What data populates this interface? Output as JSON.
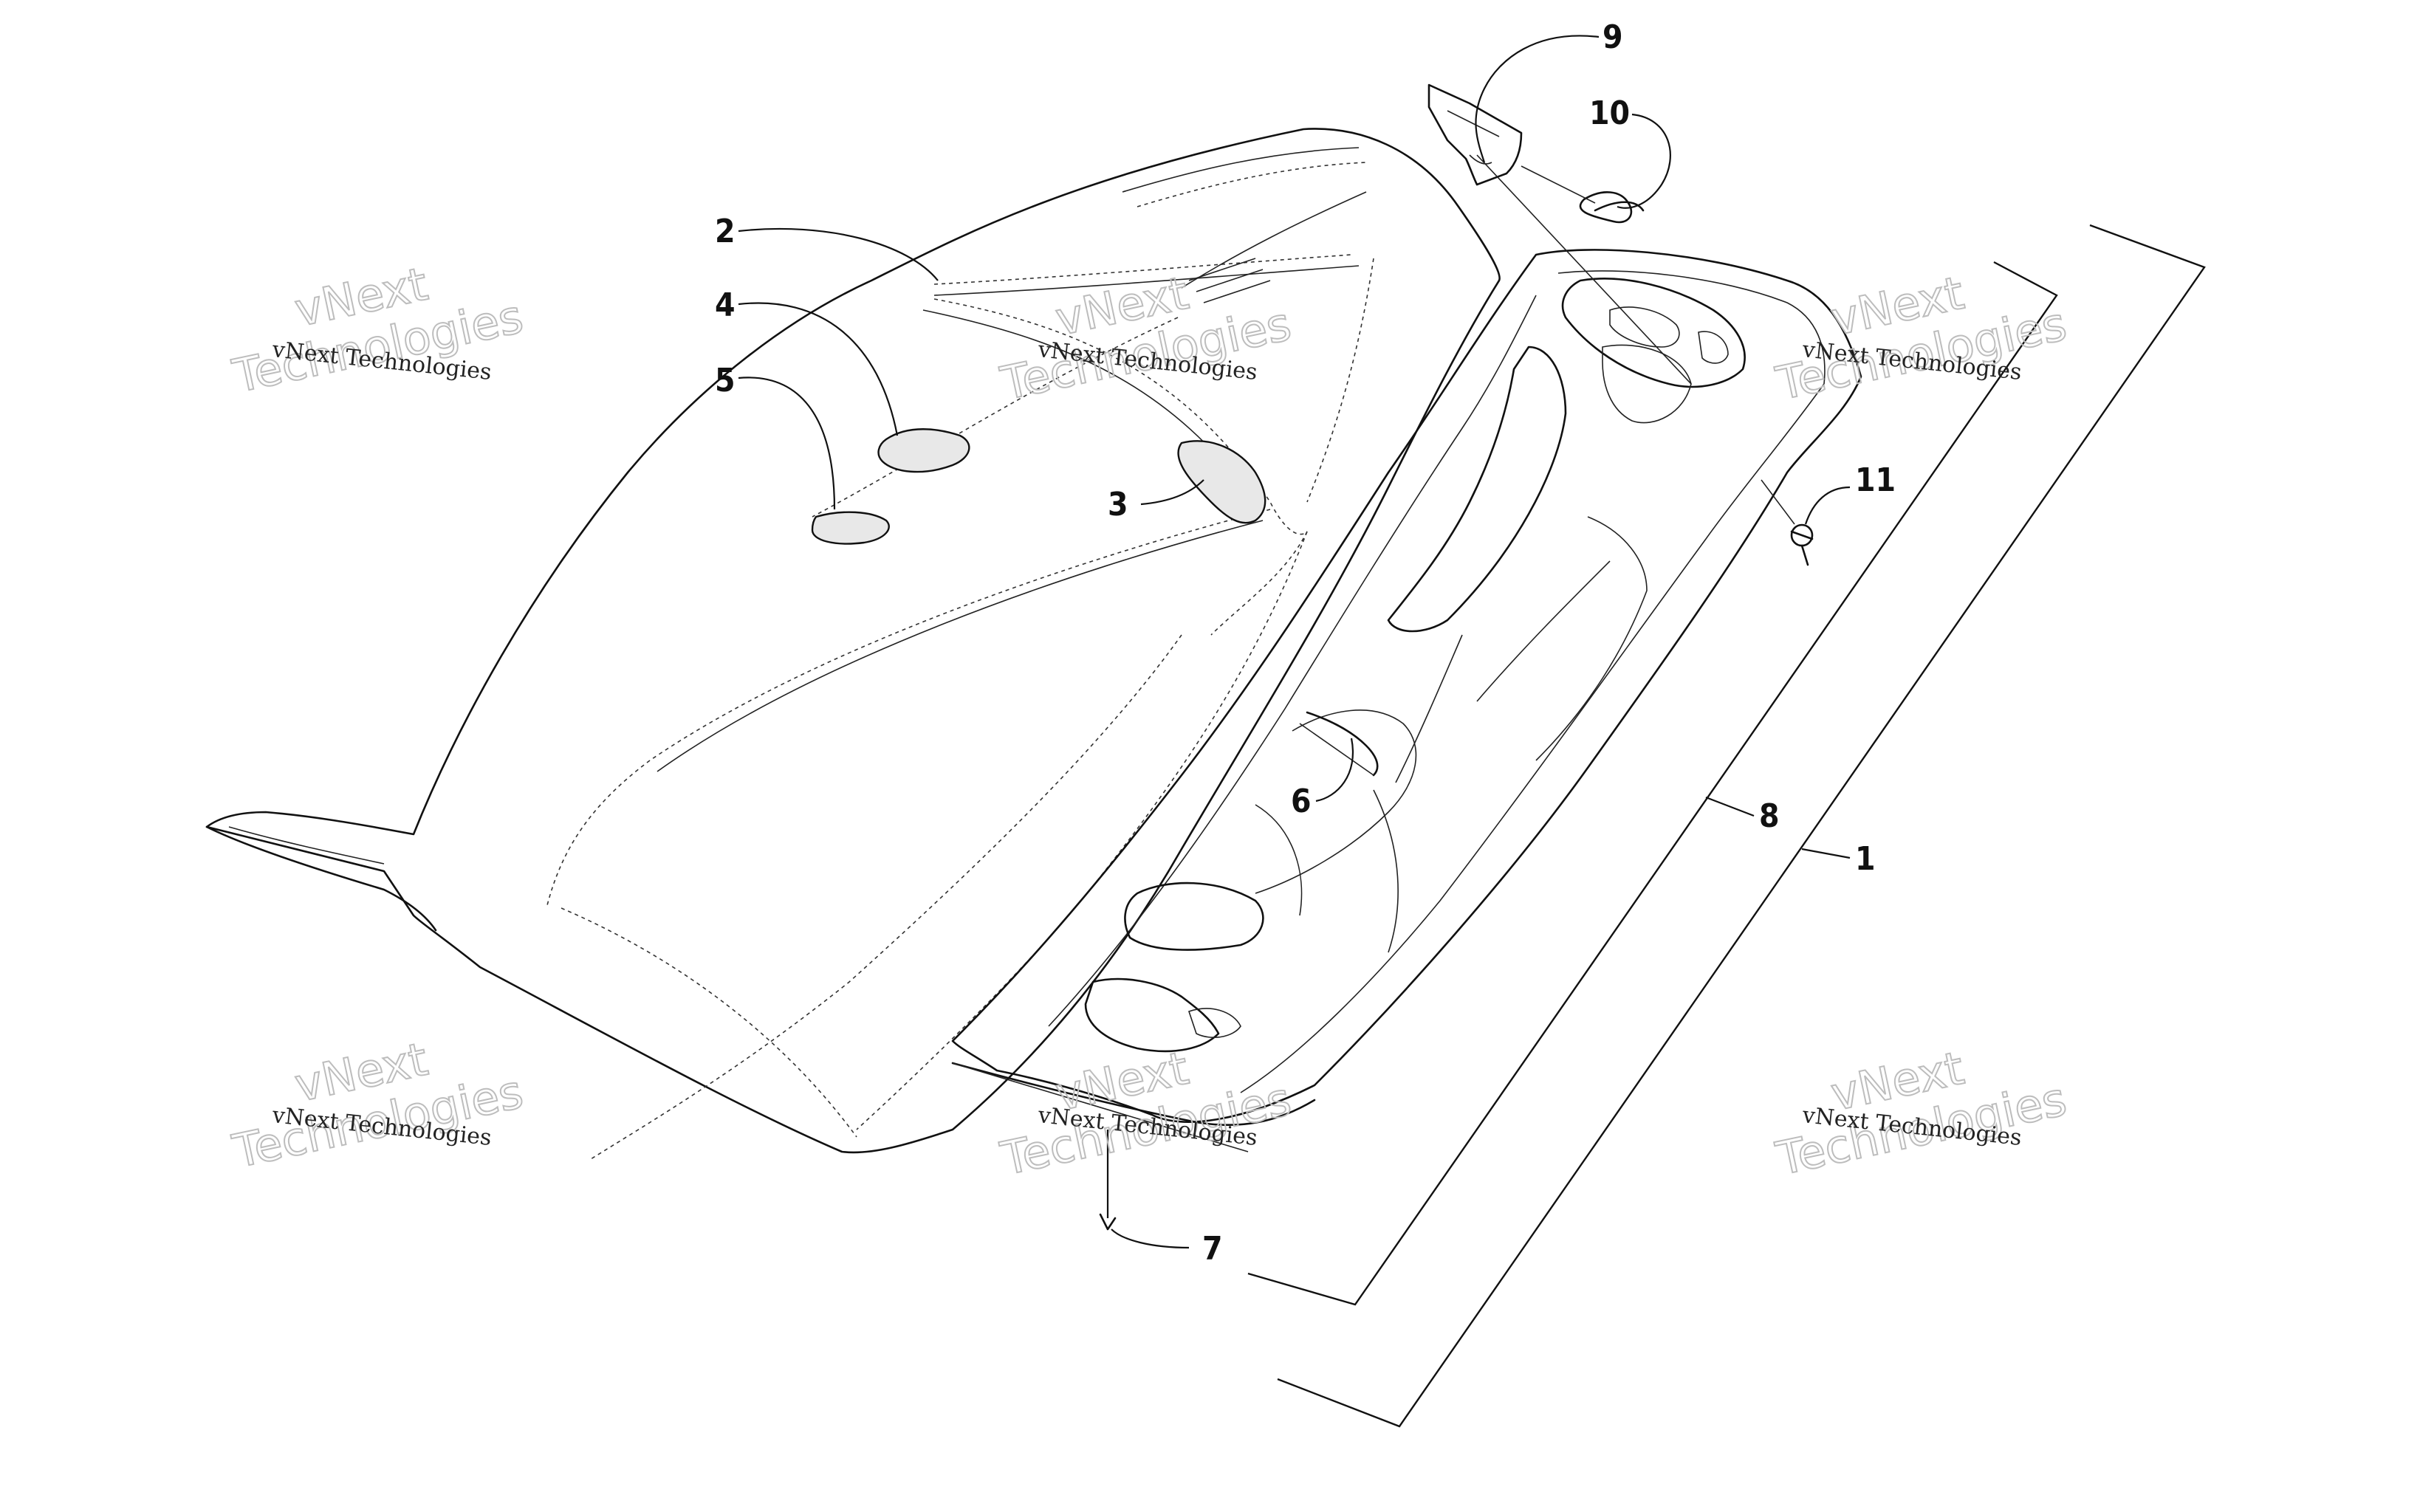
{
  "diagram": {
    "callouts": [
      {
        "id": "1",
        "label": "1"
      },
      {
        "id": "2",
        "label": "2"
      },
      {
        "id": "3",
        "label": "3"
      },
      {
        "id": "4",
        "label": "4"
      },
      {
        "id": "5",
        "label": "5"
      },
      {
        "id": "6",
        "label": "6"
      },
      {
        "id": "7",
        "label": "7"
      },
      {
        "id": "8",
        "label": "8"
      },
      {
        "id": "9",
        "label": "9"
      },
      {
        "id": "10",
        "label": "10"
      },
      {
        "id": "11",
        "label": "11"
      }
    ],
    "watermark": {
      "small_text": "vNext Technologies",
      "big_line1": "vNext",
      "big_line2": "Technologies"
    }
  }
}
